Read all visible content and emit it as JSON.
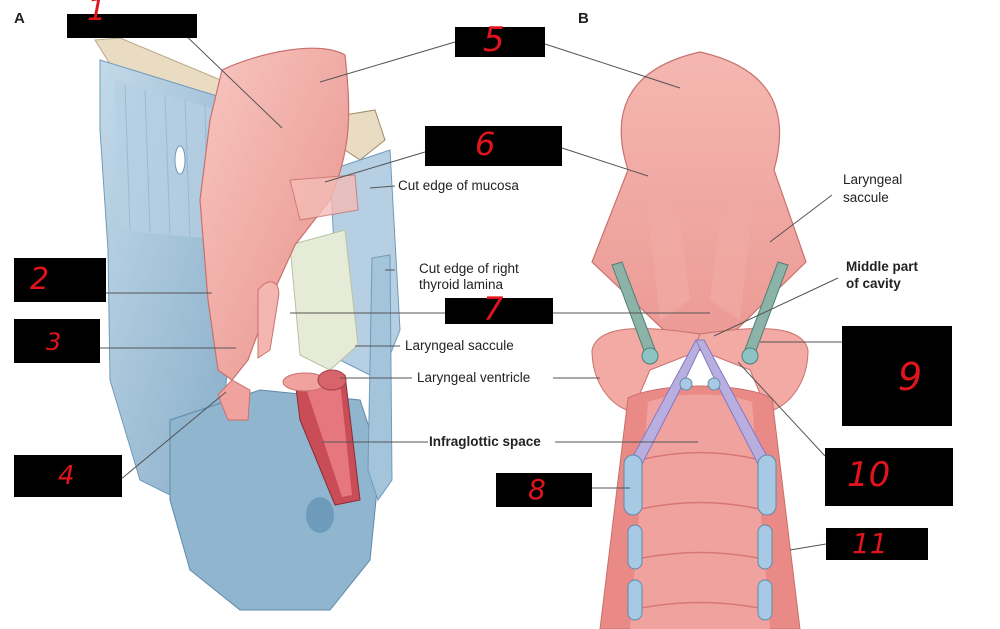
{
  "panels": {
    "a": "A",
    "b": "B"
  },
  "labels": {
    "cut_edge_mucosa": "Cut edge of mucosa",
    "cut_edge_thyroid_1": "Cut edge of right",
    "cut_edge_thyroid_2": "thyroid lamina",
    "saccule_a": "Laryngeal saccule",
    "ventricle_a": "Laryngeal ventricle",
    "infraglottic": "Infraglottic space",
    "saccule_b_1": "Laryngeal",
    "saccule_b_2": "saccule",
    "middle_1": "Middle part",
    "middle_2": "of cavity"
  },
  "answer_marks": [
    "1",
    "2",
    "3",
    "4",
    "5",
    "6",
    "7",
    "8",
    "9",
    "10",
    "11"
  ],
  "colors": {
    "mucosa": "#f2a9a4",
    "mucosa_dark": "#e07f7c",
    "cartilage": "#9dc1d9",
    "cartilage_dark": "#6f9bbb",
    "membrane": "#c5d8e6",
    "vocal_ligament": "#9c8fd0",
    "mask": "#000000",
    "handwriting": "#e0141c"
  }
}
